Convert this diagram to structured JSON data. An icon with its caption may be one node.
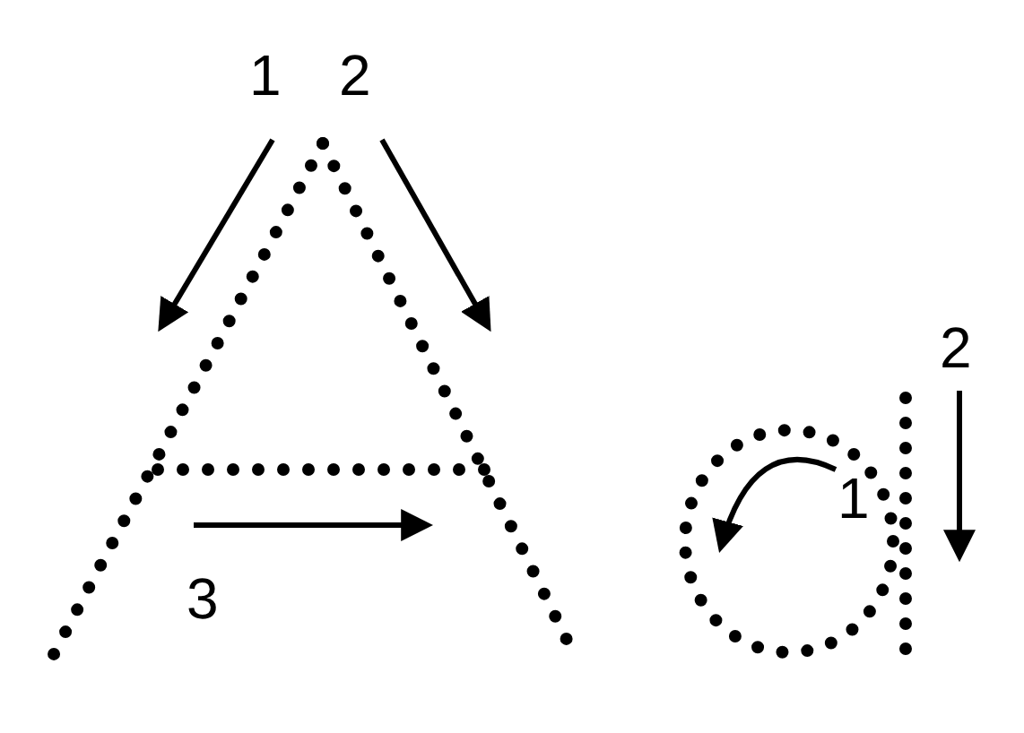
{
  "diagram": {
    "labels": [
      "1",
      "2",
      "3",
      "1",
      "2"
    ]
  }
}
